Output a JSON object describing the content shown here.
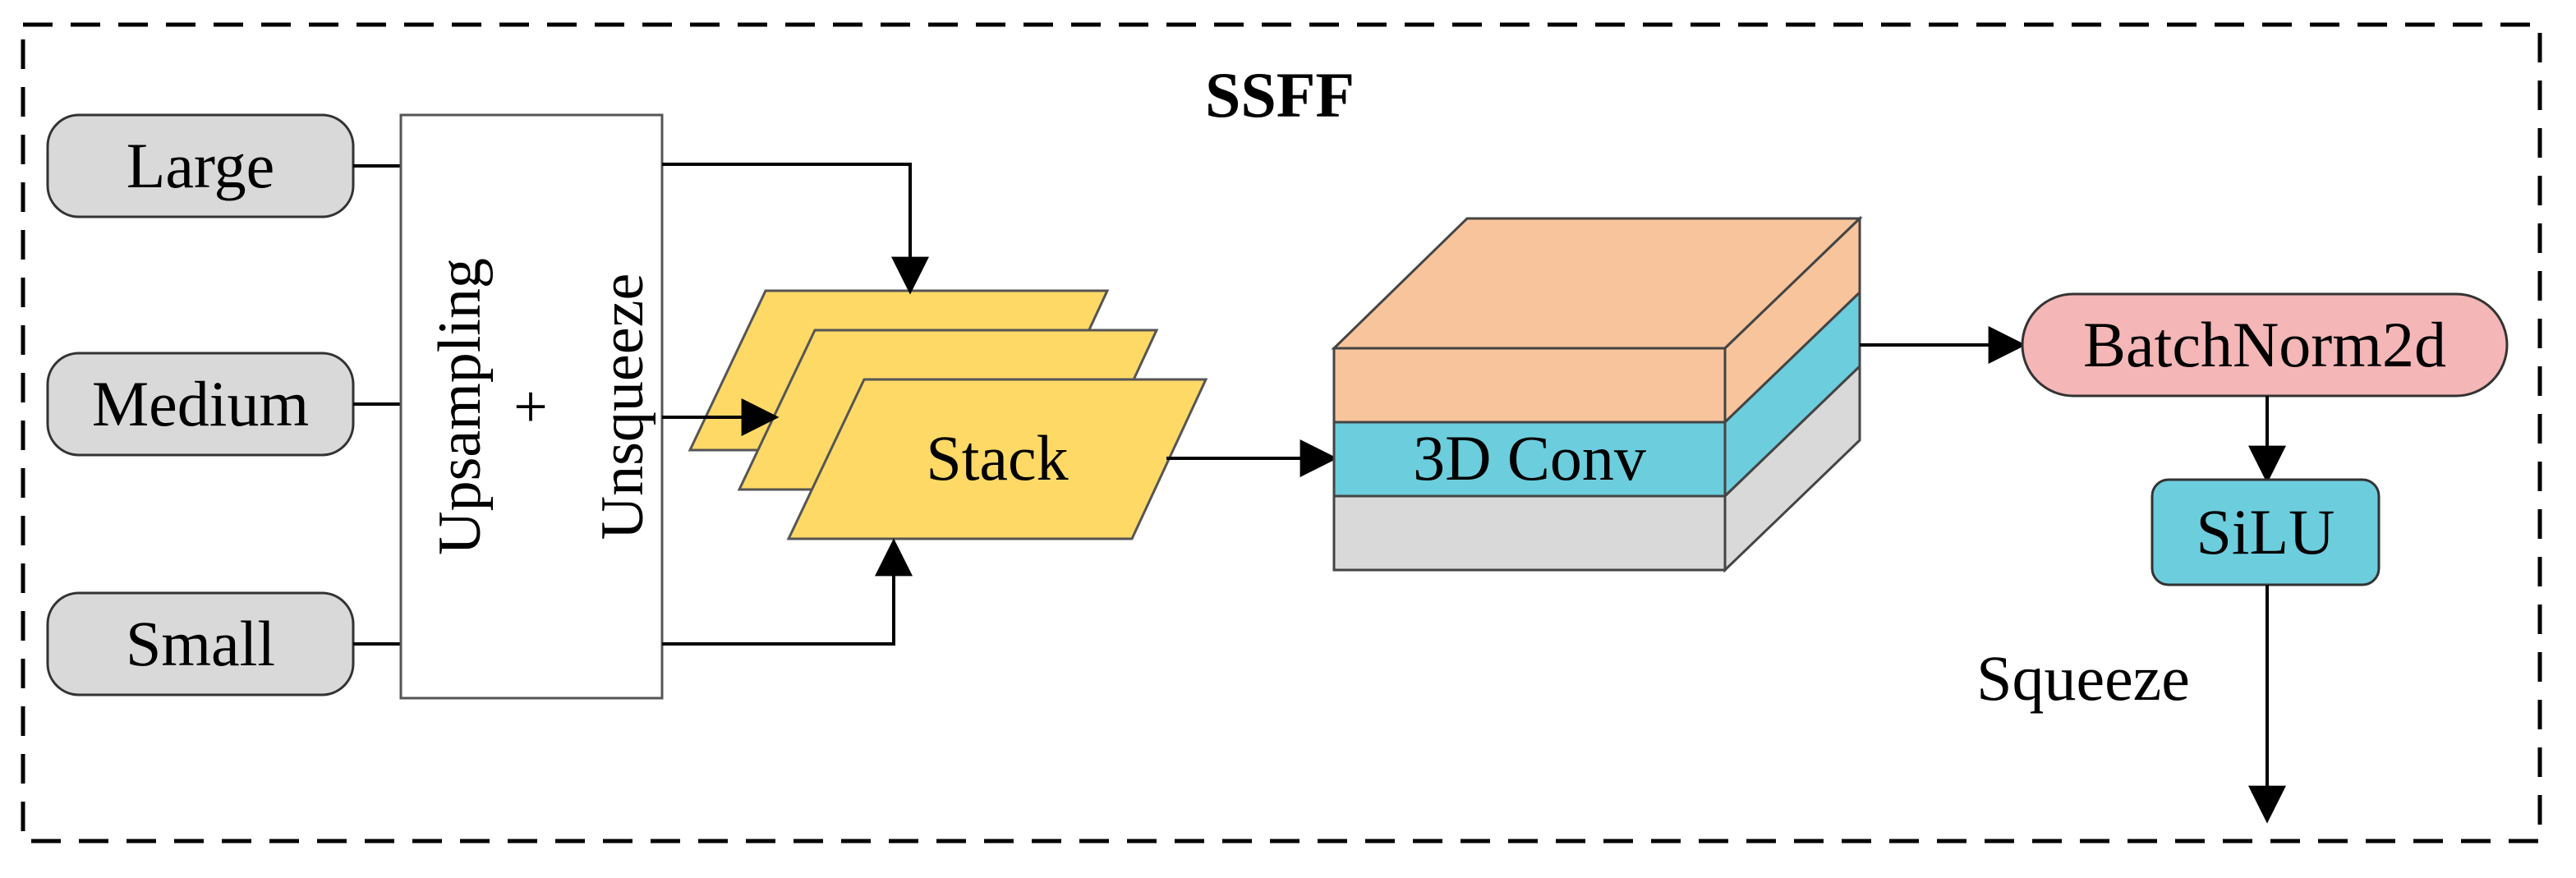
{
  "title": "SSFF",
  "inputs": {
    "large": "Large",
    "medium": "Medium",
    "small": "Small"
  },
  "preprocess": {
    "upsampling": "Upsampling",
    "plus": "+",
    "unsqueeze": "Unsqueeze"
  },
  "stack_label": "Stack",
  "conv_label": "3D Conv",
  "batchnorm_label": "BatchNorm2d",
  "silu_label": "SiLU",
  "squeeze_label": "Squeeze",
  "colors": {
    "input_fill": "#d9d9d9",
    "stack_fill": "#ffd966",
    "cube_top": "#f8c49c",
    "cube_conv": "#6ccddd",
    "cube_bottom": "#d9d9d9",
    "batchnorm_fill": "#f4b6b6",
    "silu_fill": "#6ccddd"
  }
}
